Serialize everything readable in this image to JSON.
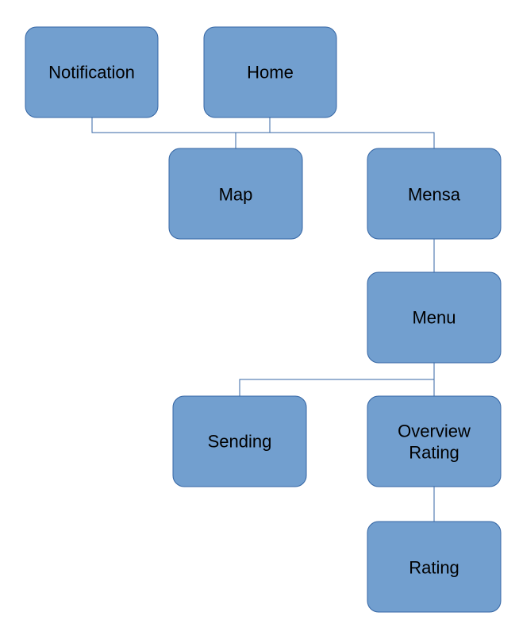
{
  "colors": {
    "node_fill": "#729fcf",
    "node_border": "#3465a4",
    "connector": "#3465a4",
    "text": "#000000",
    "background": "#ffffff"
  },
  "nodes": {
    "notification": "Notification",
    "home": "Home",
    "map": "Map",
    "mensa": "Mensa",
    "menu": "Menu",
    "sending": "Sending",
    "overview_rating": [
      "Overview",
      "Rating"
    ],
    "rating": "Rating"
  },
  "edges": [
    [
      "notification",
      "map"
    ],
    [
      "home",
      "map"
    ],
    [
      "home",
      "mensa"
    ],
    [
      "mensa",
      "menu"
    ],
    [
      "menu",
      "sending"
    ],
    [
      "menu",
      "overview_rating"
    ],
    [
      "overview_rating",
      "rating"
    ]
  ]
}
